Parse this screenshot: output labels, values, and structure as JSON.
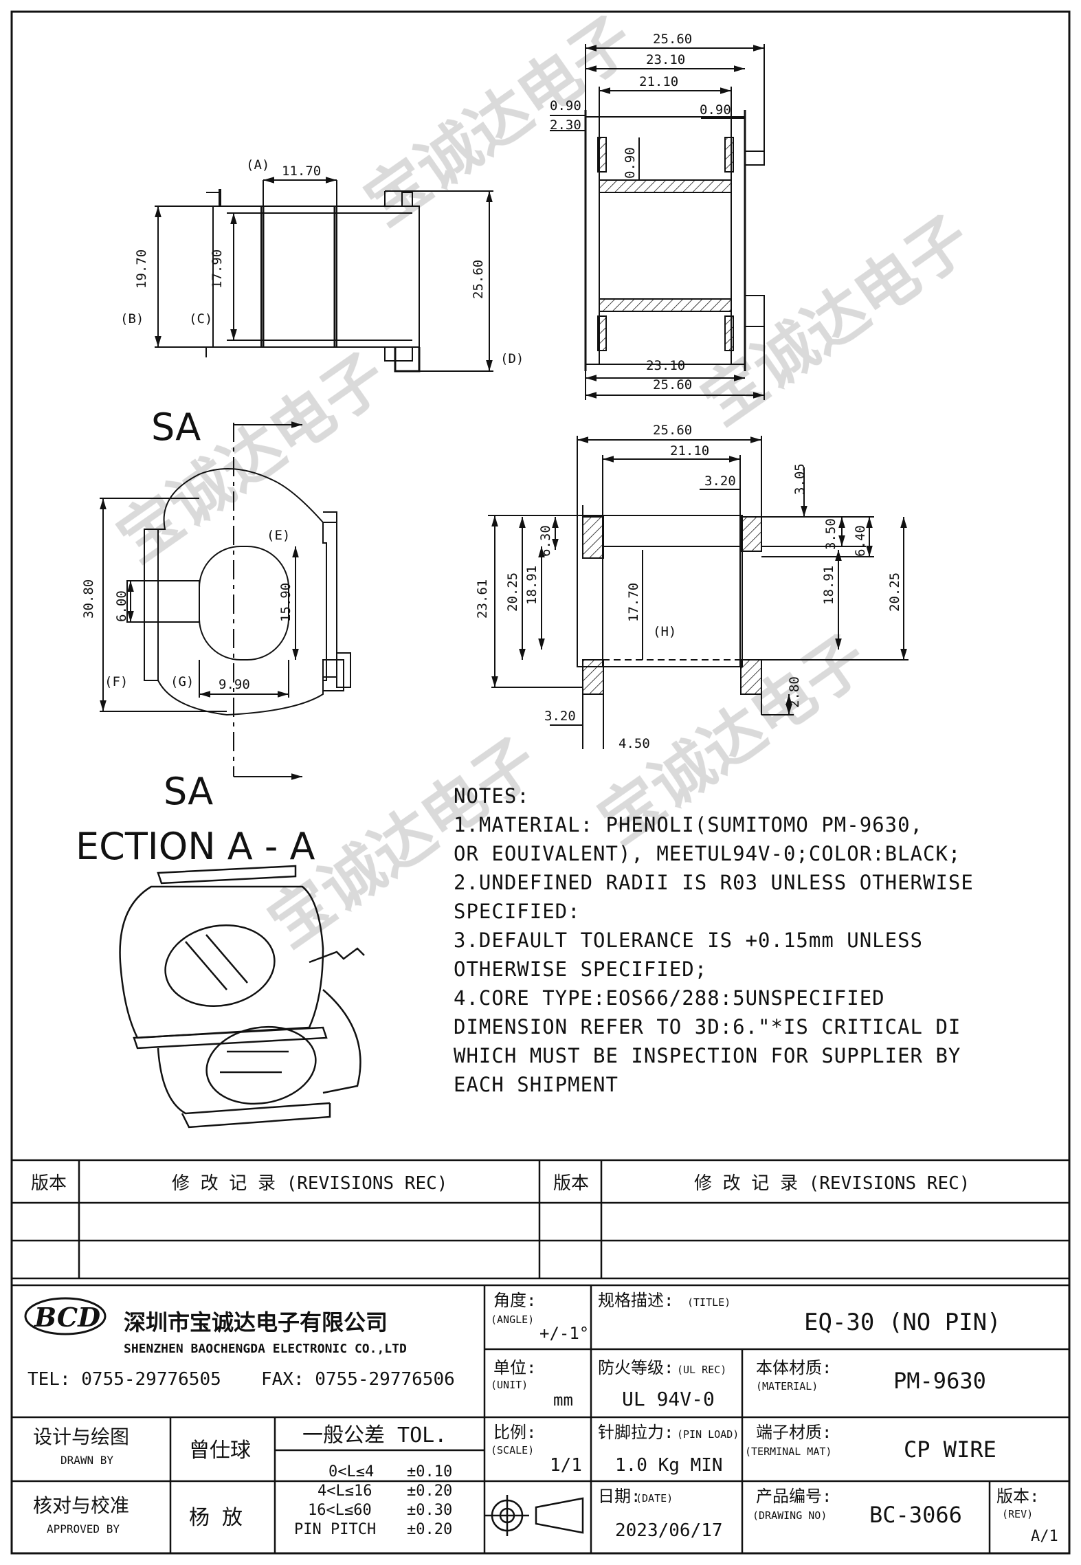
{
  "top_view": {
    "dim_width_top": "11.70",
    "dim_height_left": "19.70",
    "dim_height_inner": "17.90",
    "dim_height_right": "25.60",
    "label_a": "(A)",
    "label_b": "(B)",
    "label_c": "(C)",
    "label_d": "(D)"
  },
  "side_view": {
    "dim_25_60": "25.60",
    "dim_23_10": "23.10",
    "dim_21_10": "21.10",
    "dim_0_90_a": "0.90",
    "dim_2_30": "2.30",
    "dim_0_90_b": "0.90",
    "dim_0_90_c": "0.90",
    "dim_23_10_bottom": "23.10",
    "dim_25_60_bottom": "25.60"
  },
  "flange_view": {
    "sa_top": "SA",
    "sa_bottom": "SA",
    "section_title": "ECTION A - A",
    "dim_30_80": "30.80",
    "dim_6_00": "6.00",
    "dim_15_90": "15.90",
    "dim_9_90": "9.90",
    "label_e": "(E)",
    "label_f": "(F)",
    "label_g": "(G)"
  },
  "section_view": {
    "dim_25_60": "25.60",
    "dim_21_10": "21.10",
    "dim_3_20_top": "3.20",
    "dim_3_05": "3.05",
    "dim_3_50": "3.50",
    "dim_6_40": "6.40",
    "dim_6_30": "6.30",
    "dim_23_61": "23.61",
    "dim_20_25_left": "20.25",
    "dim_18_91_left": "18.91",
    "dim_17_70": "17.70",
    "dim_18_91_right": "18.91",
    "dim_20_25_right": "20.25",
    "dim_2_80": "2.80",
    "dim_3_20_bottom": "3.20",
    "dim_4_50": "4.50",
    "label_h": "(H)"
  },
  "notes": [
    "NOTES:",
    "1.MATERIAL: PHENOLI(SUMITOMO PM-9630,",
    "OR EOUIVALENT), MEETUL94V-0;COLOR:BLACK;",
    "2.UNDEFINED RADII IS R03 UNLESS OTHERWISE",
    "SPECIFIED:",
    "3.DEFAULT TOLERANCE IS +0.15mm UNLESS",
    "OTHERWISE SPECIFIED;",
    "4.CORE TYPE:EOS66/288:5UNSPECIFIED",
    "DIMENSION REFER TO 3D:6.\"*IS CRITICAL DI",
    "WHICH MUST BE INSPECTION FOR SUPPLIER BY",
    "EACH SHIPMENT"
  ],
  "watermark": "宝诚达电子",
  "revisions": {
    "col_version": "版本",
    "col_record": "修 改 记 录 (REVISIONS REC)"
  },
  "company": {
    "logo": "BCD",
    "name_cn": "深圳市宝诚达电子有限公司",
    "name_en": "SHENZHEN BAOCHENGDA ELECTRONIC CO.,LTD",
    "tel": "TEL: 0755-29776505",
    "fax": "FAX: 0755-29776506"
  },
  "title_block": {
    "angle_label": "角度:",
    "angle_label_en": "(ANGLE)",
    "angle_value": "+/-1°",
    "title_label": "规格描述:",
    "title_label_en": "(TITLE)",
    "title_value": "EQ-30 (NO PIN)",
    "unit_label": "单位:",
    "unit_label_en": "(UNIT)",
    "unit_value": "mm",
    "ul_label": "防火等级:",
    "ul_label_en": "(UL REC)",
    "ul_value": "UL 94V-0",
    "material_label": "本体材质:",
    "material_label_en": "(MATERIAL)",
    "material_value": "PM-9630",
    "drawn_label": "设计与绘图",
    "drawn_label_en": "DRAWN BY",
    "drawn_value": "曾仕球",
    "tol_label": "一般公差 TOL.",
    "tol_rows": [
      {
        "range": "0<L≤4",
        "value": "±0.10"
      },
      {
        "range": "4<L≤16",
        "value": "±0.20"
      },
      {
        "range": "16<L≤60",
        "value": "±0.30"
      },
      {
        "range": "PIN PITCH",
        "value": "±0.20"
      }
    ],
    "scale_label": "比例:",
    "scale_label_en": "(SCALE)",
    "scale_value": "1/1",
    "pin_label": "针脚拉力:",
    "pin_label_en": "(PIN LOAD)",
    "pin_value": "1.0 Kg MIN",
    "terminal_label": "端子材质:",
    "terminal_label_en": "(TERMINAL MAT)",
    "terminal_value": "CP WIRE",
    "approved_label": "核对与校准",
    "approved_label_en": "APPROVED BY",
    "approved_value": "杨 放",
    "date_label": "日期:",
    "date_label_en": "(DATE)",
    "date_value": "2023/06/17",
    "drawing_no_label": "产品编号:",
    "drawing_no_label_en": "(DRAWING NO)",
    "drawing_no_value": "BC-3066",
    "rev_label": "版本:",
    "rev_label_en": "(REV)",
    "rev_value": "A/1"
  }
}
